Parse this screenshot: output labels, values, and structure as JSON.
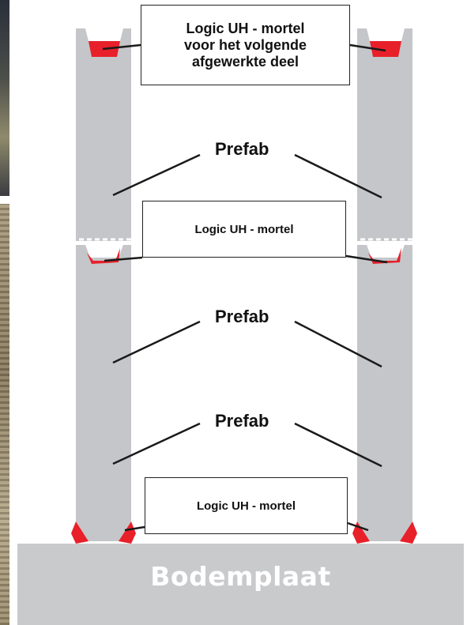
{
  "labels": {
    "top_box": "Logic UH - mortel\nvoor het volgende\nafgewerkte deel",
    "mid_box": "Logic UH - mortel",
    "bottom_box": "Logic UH - mortel",
    "prefab_1": "Prefab",
    "prefab_2": "Prefab",
    "prefab_3": "Prefab",
    "base": "Bodemplaat"
  },
  "colors": {
    "wall": "#c4c6c9",
    "base_slab": "#c9cacc",
    "mortar": "#e8202a",
    "leader": "#1a1a1a"
  }
}
